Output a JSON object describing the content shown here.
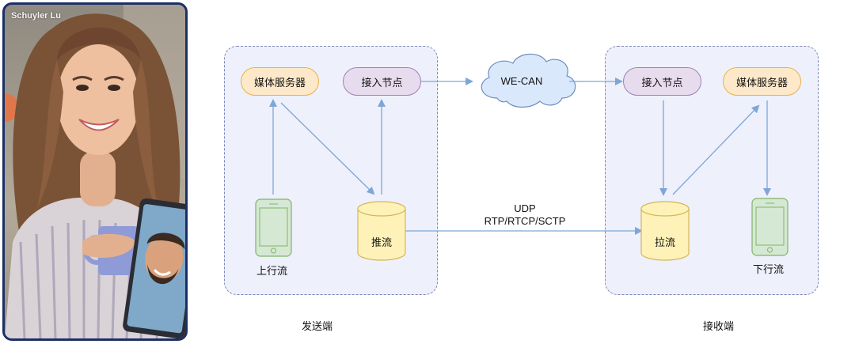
{
  "photo": {
    "name_overlay": "Schuyler Lu"
  },
  "sender": {
    "label": "发送端",
    "media_server": "媒体服务器",
    "access_node": "接入节点",
    "phone_label": "上行流",
    "push_label": "推流"
  },
  "cloud": {
    "label": "WE-CAN"
  },
  "protocol": {
    "line1": "UDP",
    "line2": "RTP/RTCP/SCTP"
  },
  "receiver": {
    "label": "接收端",
    "media_server": "媒体服务器",
    "access_node": "接入节点",
    "phone_label": "下行流",
    "pull_label": "拉流"
  },
  "colors": {
    "arrow": "#7ea6d6",
    "group_fill": "#eef0fb",
    "group_border": "#7d86b8",
    "orange_fill": "#fde9c9",
    "orange_border": "#e6b24a",
    "purple_fill": "#e7dcee",
    "purple_border": "#9f80b6",
    "cylinder_fill": "#fff2b8",
    "cylinder_border": "#d6b656",
    "phone_fill": "#d5e8d4",
    "phone_border": "#82b366",
    "cloud_fill": "#dae8fc",
    "cloud_border": "#6c8ebf"
  }
}
